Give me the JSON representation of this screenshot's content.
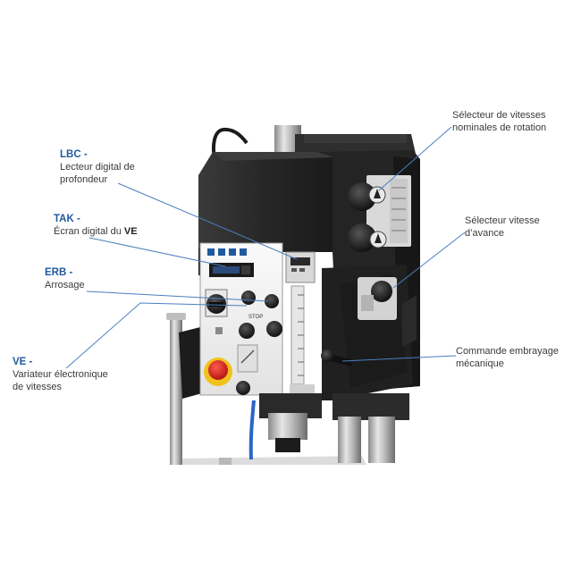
{
  "colors": {
    "accent": "#1f5a9e",
    "leader": "#4a7fc0",
    "text": "#3a3a3a",
    "machine_dark": "#262626",
    "panel_white": "#f2f2f2",
    "stop_red": "#d42020",
    "stop_yellow": "#f1c21b"
  },
  "panel": {
    "stop_label": "STOP"
  },
  "labels": {
    "lbc": {
      "code": "LBC -",
      "line1": "Lecteur digital de",
      "line2": "profondeur"
    },
    "tak": {
      "code": "TAK -",
      "text": "Écran digital du ",
      "bold": "VE"
    },
    "erb": {
      "code": "ERB -",
      "text": "Arrosage"
    },
    "ve": {
      "code": "VE -",
      "line1": "Variateur électronique",
      "line2": "de vitesses"
    },
    "speed_selector": {
      "line1": "Sélecteur de vitesses",
      "line2": "nominales de rotation"
    },
    "feed_selector": {
      "line1": "Sélecteur vitesse",
      "line2": "d’avance"
    },
    "clutch": {
      "line1": "Commande embrayage",
      "line2": "mécanique"
    }
  }
}
